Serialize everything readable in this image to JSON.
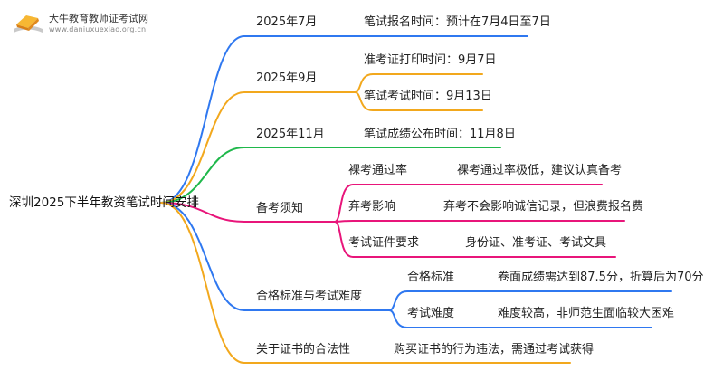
{
  "logo": {
    "title": "大牛教育教师证考试网",
    "url": "www.daniuxuexiao.org.cn"
  },
  "mindmap": {
    "root": "深圳2025下半年教资笔试时间安排",
    "branches": [
      {
        "label": "2025年7月",
        "color": "#2f78f0",
        "children": [
          {
            "label": "笔试报名时间：预计在7月4日至7日"
          }
        ]
      },
      {
        "label": "2025年9月",
        "color": "#f2a81d",
        "children": [
          {
            "label": "准考证打印时间：9月7日"
          },
          {
            "label": "笔试考试时间：9月13日"
          }
        ]
      },
      {
        "label": "2025年11月",
        "color": "#1fb84b",
        "children": [
          {
            "label": "笔试成绩公布时间：11月8日"
          }
        ]
      },
      {
        "label": "备考须知",
        "color": "#e8157a",
        "children": [
          {
            "label": "裸考通过率",
            "value": "裸考通过率极低，建议认真备考"
          },
          {
            "label": "弃考影响",
            "value": "弃考不会影响诚信记录，但浪费报名费"
          },
          {
            "label": "考试证件要求",
            "value": "身份证、准考证、考试文具"
          }
        ]
      },
      {
        "label": "合格标准与考试难度",
        "color": "#2f78f0",
        "children": [
          {
            "label": "合格标准",
            "value": "卷面成绩需达到87.5分，折算后为70分"
          },
          {
            "label": "考试难度",
            "value": "难度较高，非师范生面临较大困难"
          }
        ]
      },
      {
        "label": "关于证书的合法性",
        "color": "#f2a81d",
        "children": [
          {
            "label": "购买证书的行为违法，需通过考试获得"
          }
        ]
      }
    ]
  }
}
